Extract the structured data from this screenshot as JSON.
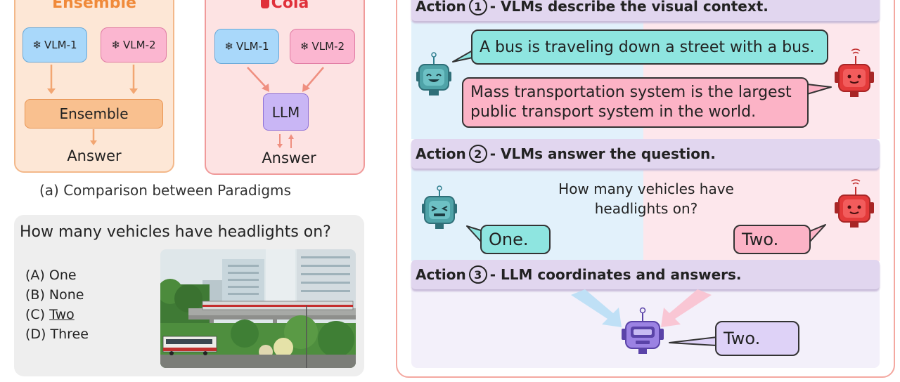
{
  "paradigms": {
    "ensemble": {
      "title": "Ensemble",
      "vlm1": "VLM-1",
      "vlm2": "VLM-2",
      "combiner": "Ensemble",
      "answer": "Answer"
    },
    "cola": {
      "title": "Cola",
      "vlm1": "VLM-1",
      "vlm2": "VLM-2",
      "combiner": "LLM",
      "answer": "Answer"
    },
    "caption": "(a) Comparison between Paradigms"
  },
  "question_panel": {
    "question": "How many vehicles have headlights on?",
    "options": [
      {
        "letter": "(A)",
        "text": "One"
      },
      {
        "letter": "(B)",
        "text": "None"
      },
      {
        "letter": "(C)",
        "text": "Two"
      },
      {
        "letter": "(D)",
        "text": "Three"
      }
    ]
  },
  "actions": [
    {
      "prefix": "Action",
      "number": "1",
      "text": "- VLMs describe the visual context."
    },
    {
      "prefix": "Action",
      "number": "2",
      "text": "- VLMs answer the question."
    },
    {
      "prefix": "Action",
      "number": "3",
      "text": "- LLM coordinates and answers."
    }
  ],
  "step1": {
    "vlm1_description": "A bus is traveling down a street with a bus.",
    "vlm2_description_line1": "Mass transportation system is the largest",
    "vlm2_description_line2": "public transport system in the world."
  },
  "step2": {
    "question_line1": "How many vehicles have",
    "question_line2": "headlights on?",
    "vlm1_answer": "One.",
    "vlm2_answer": "Two."
  },
  "step3": {
    "llm_answer": "Two."
  },
  "icons": {
    "frozen": "snowflake-icon",
    "cola": "cola-cup-icon",
    "vlm1_robot": "teal-robot-icon",
    "vlm2_robot": "red-robot-icon",
    "llm_robot": "purple-robot-icon"
  },
  "colors": {
    "ensemble_accent": "#f08a3a",
    "cola_accent": "#e0303a",
    "vlm1": "#a9d8fa",
    "vlm2": "#fbb6d0",
    "llm": "#c9b6f5",
    "teal_bubble": "#8ee5e0",
    "pink_bubble": "#fcb3c6"
  }
}
